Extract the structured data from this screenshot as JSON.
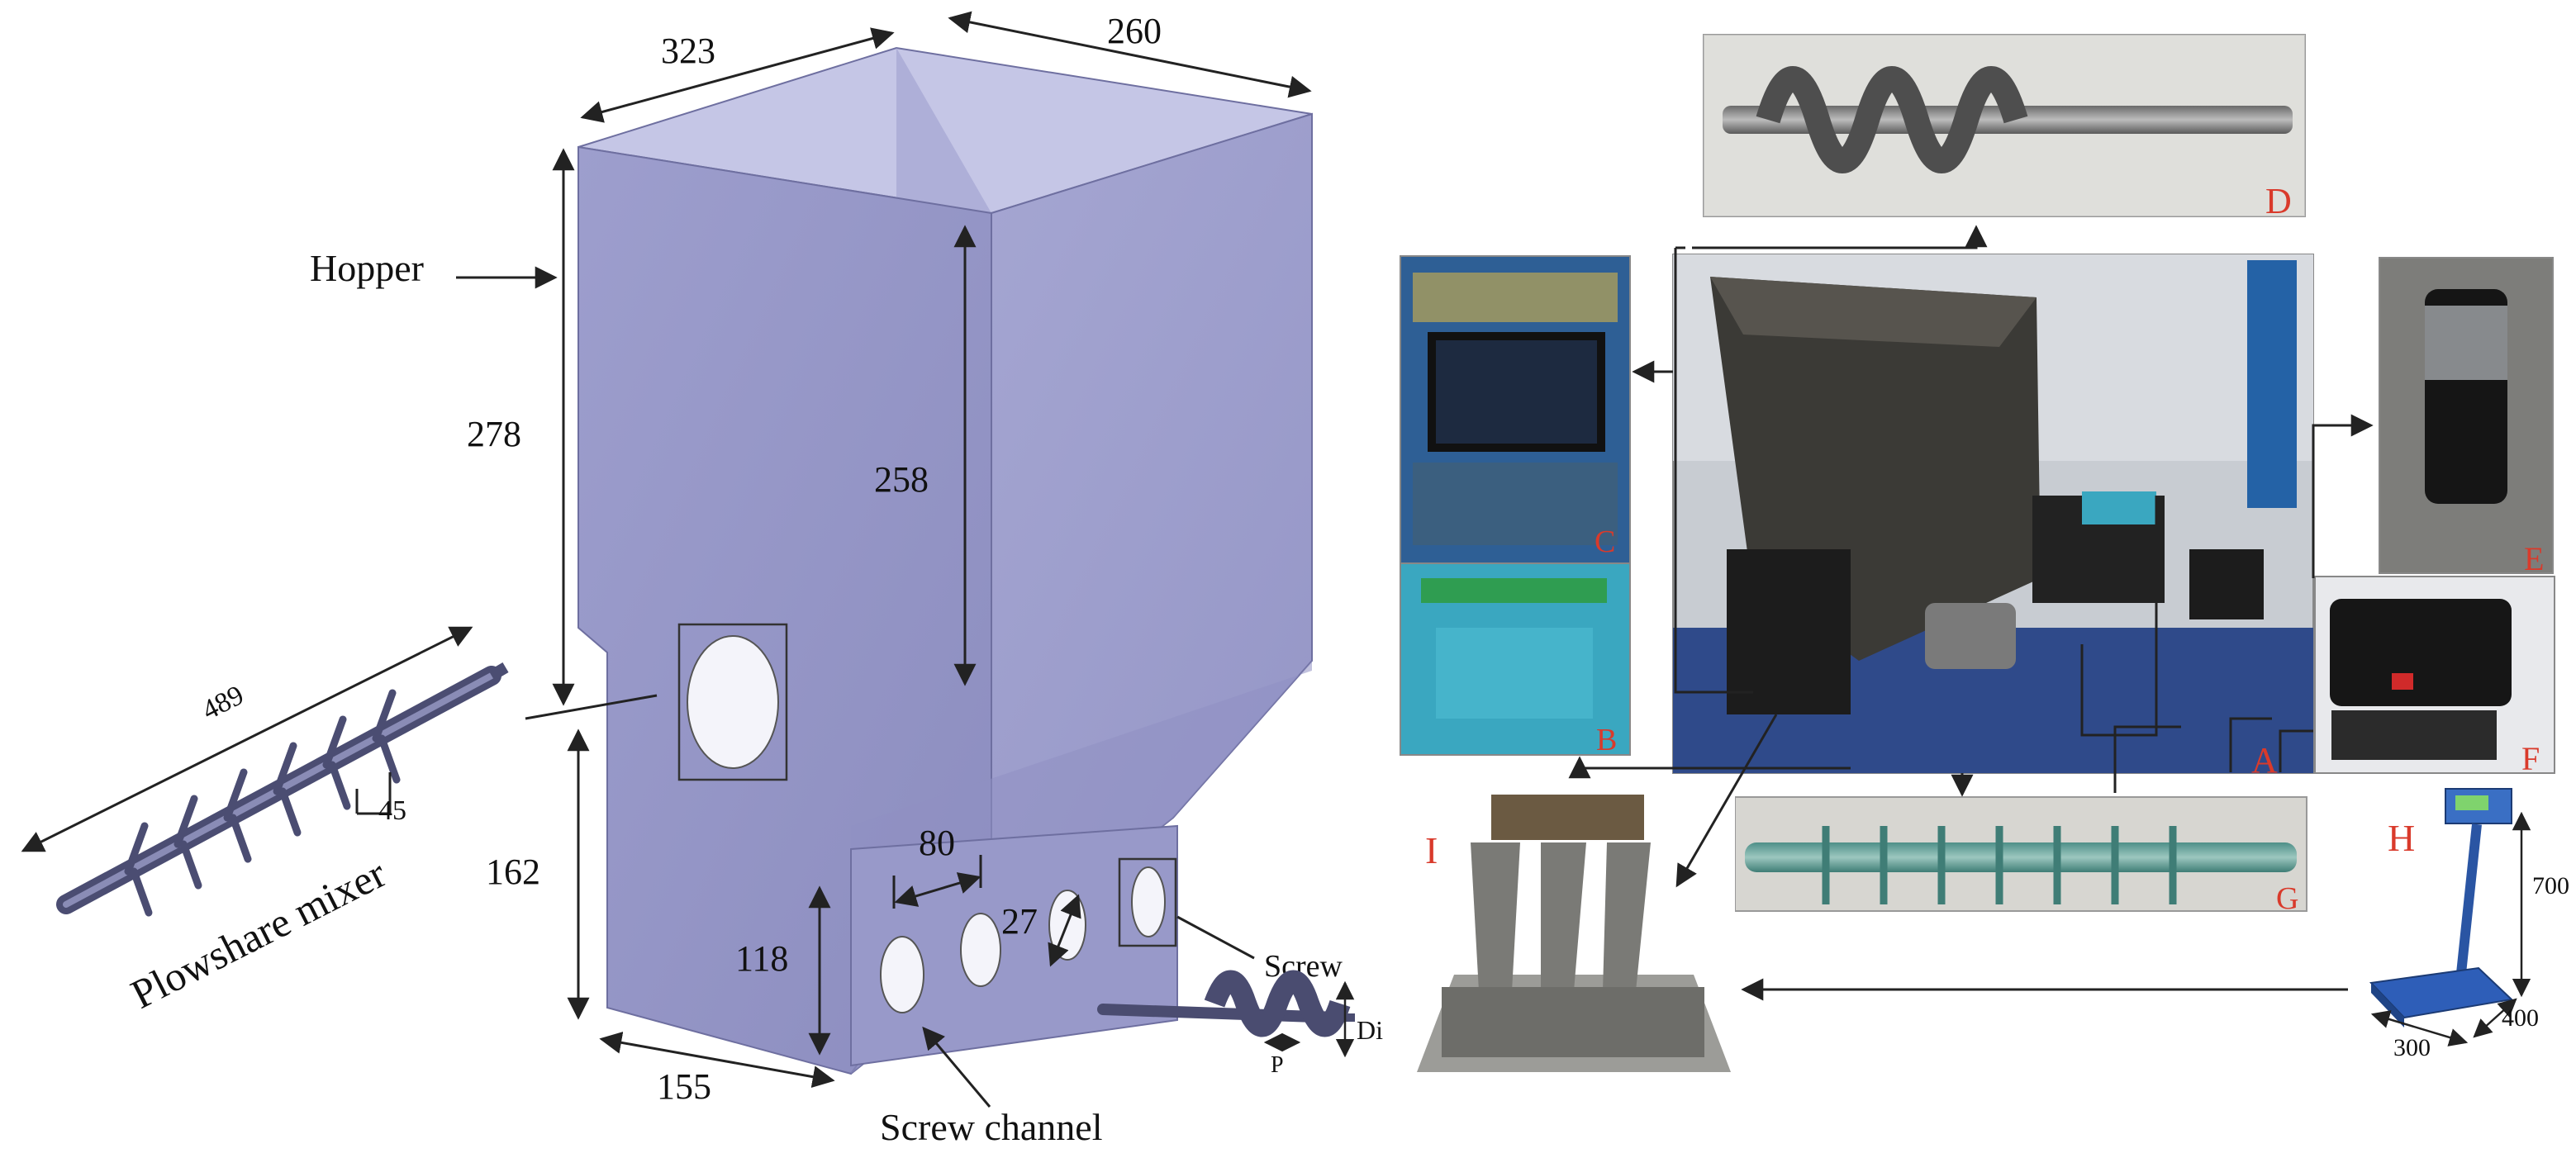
{
  "left_diagram": {
    "labels": {
      "hopper": "Hopper",
      "plowshare_mixer": "Plowshare mixer",
      "screw": "Screw",
      "screw_channel": "Screw channel"
    },
    "dims": {
      "d323": "323",
      "d260": "260",
      "d278": "278",
      "d258": "258",
      "d162": "162",
      "d118": "118",
      "d155": "155",
      "d80": "80",
      "d27": "27",
      "d489": "489",
      "d45": "45",
      "di": "Di",
      "p": "P"
    },
    "colors": {
      "body": "#9b9ccb",
      "body_dark": "#8788bb",
      "body_light": "#b0b1d8",
      "rod": "#5d5f86"
    }
  },
  "right_diagram": {
    "letters": {
      "a": "A",
      "b": "B",
      "c": "C",
      "d": "D",
      "e": "E",
      "f": "F",
      "g": "G",
      "h": "H",
      "i": "I"
    },
    "scale_dims": {
      "d700": "700",
      "d400": "400",
      "d300": "300"
    },
    "colors": {
      "letter": "#d93a2b"
    }
  }
}
